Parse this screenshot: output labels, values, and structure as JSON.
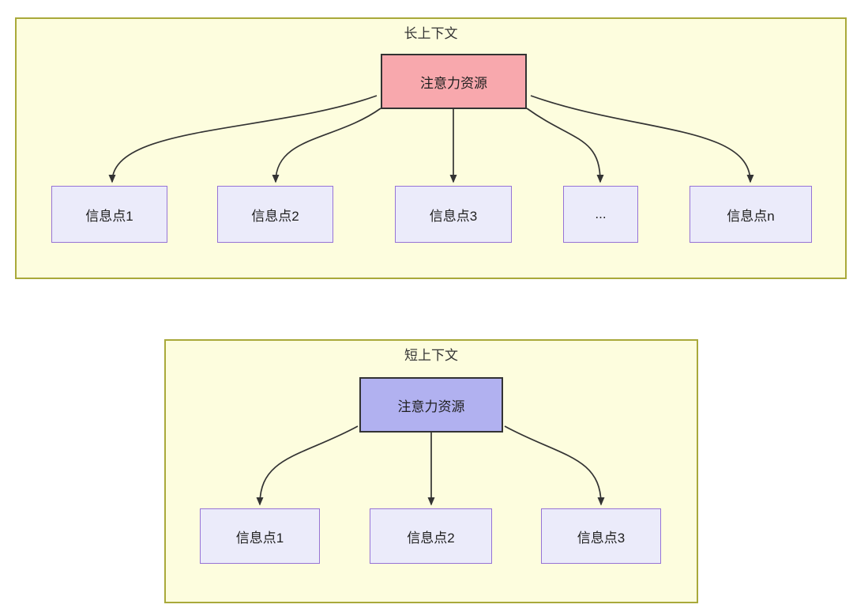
{
  "colors": {
    "panel_bg": "#FDFDDE",
    "panel_border": "#A9A93A",
    "long_source_fill": "#F8A8AD",
    "short_source_fill": "#B1B1F0",
    "info_fill": "#EBEBFA",
    "info_border": "#9673D6",
    "node_border": "#333333",
    "arrow": "#333333"
  },
  "long_panel": {
    "title": "长上下文",
    "source_label": "注意力资源",
    "targets": [
      {
        "label": "信息点1"
      },
      {
        "label": "信息点2"
      },
      {
        "label": "信息点3"
      },
      {
        "label": "..."
      },
      {
        "label": "信息点n"
      }
    ]
  },
  "short_panel": {
    "title": "短上下文",
    "source_label": "注意力资源",
    "targets": [
      {
        "label": "信息点1"
      },
      {
        "label": "信息点2"
      },
      {
        "label": "信息点3"
      }
    ]
  }
}
